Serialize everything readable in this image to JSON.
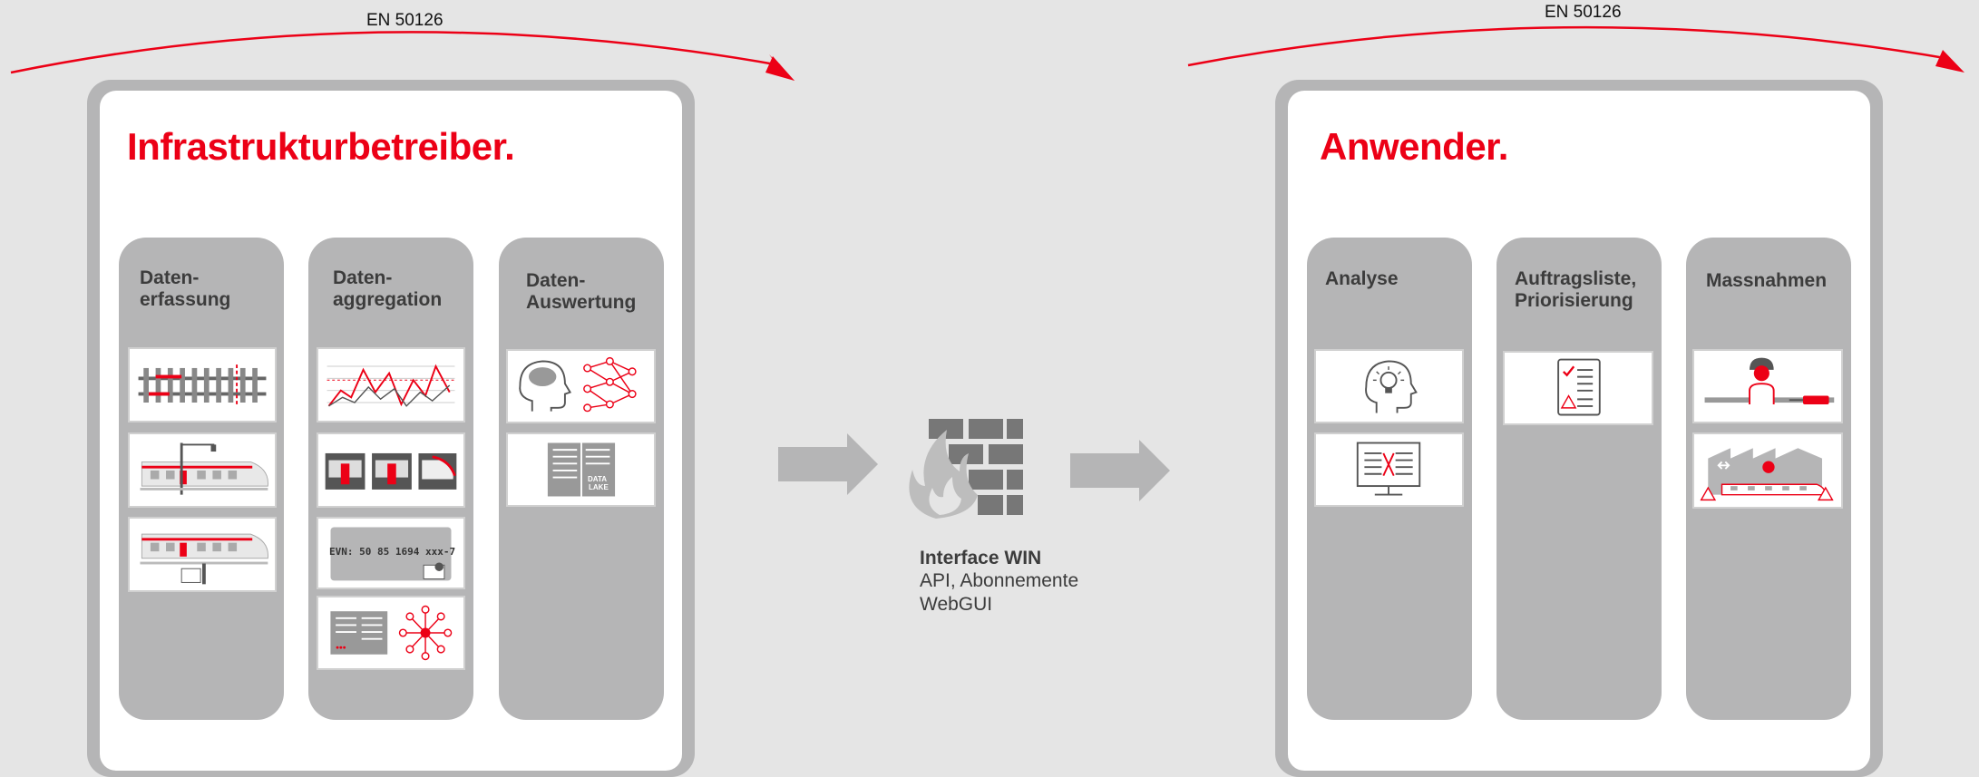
{
  "standard_left": "EN 50126",
  "standard_right": "EN 50126",
  "left_panel": {
    "title": "Infrastrukturbetreiber.",
    "columns": [
      {
        "title": "Daten-\nerfassung",
        "cards": [
          "track-icon",
          "train-catenary-icon",
          "train-rfid-icon"
        ]
      },
      {
        "title": "Daten-\naggregation",
        "cards": [
          "line-graph-icon",
          "train-cars-icon",
          "evn-tag-icon",
          "network-node-icon"
        ]
      },
      {
        "title": "Daten-\nAuswertung",
        "cards": [
          "ai-brain-icon",
          "data-lake-icon"
        ]
      }
    ],
    "evn_label": "EVN: 50 85 1694 xxx-7",
    "data_lake_label_1": "DATA",
    "data_lake_label_2": "LAKE"
  },
  "interface": {
    "title": "Interface WIN",
    "line1": "API, Abonnemente",
    "line2": "WebGUI"
  },
  "right_panel": {
    "title": "Anwender.",
    "columns": [
      {
        "title": "Analyse",
        "cards": [
          "lightbulb-head-icon",
          "monitor-report-icon"
        ]
      },
      {
        "title": "Auftragsliste,\nPriorisierung",
        "cards": [
          "checklist-icon"
        ]
      },
      {
        "title": "Massnahmen",
        "cards": [
          "worker-train-icon",
          "factory-train-icon"
        ]
      }
    ]
  },
  "colors": {
    "accent": "#ec0016",
    "panel": "#b5b5b6",
    "background": "#e5e5e5",
    "text": "#3c3c3c"
  }
}
